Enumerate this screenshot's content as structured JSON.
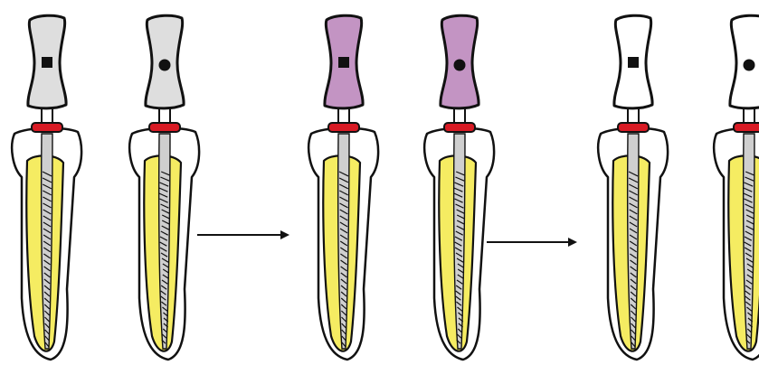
{
  "diagram": {
    "kind": "endodontic file sequence",
    "stages": [
      {
        "handle_color": "#dedede",
        "files": [
          {
            "handle_marker": "square",
            "shaft": "straight-spiral"
          },
          {
            "handle_marker": "circle",
            "shaft": "twisted-spiral"
          }
        ]
      },
      {
        "handle_color": "#c394c3",
        "files": [
          {
            "handle_marker": "square",
            "shaft": "straight-spiral"
          },
          {
            "handle_marker": "circle",
            "shaft": "twisted-spiral"
          }
        ]
      },
      {
        "handle_color": "#ffffff",
        "files": [
          {
            "handle_marker": "square",
            "shaft": "straight-spiral"
          },
          {
            "handle_marker": "circle",
            "shaft": "twisted-spiral"
          }
        ]
      }
    ],
    "arrows": [
      {
        "from_stage": 0,
        "to_stage": 1
      },
      {
        "from_stage": 1,
        "to_stage": 2
      }
    ],
    "colors": {
      "outline": "#111111",
      "canal_fill": "#f5ec62",
      "stopper": "#d81a24",
      "tooth_fill": "#ffffff",
      "shaft": "#cfcfcf",
      "marker": "#111111"
    }
  }
}
